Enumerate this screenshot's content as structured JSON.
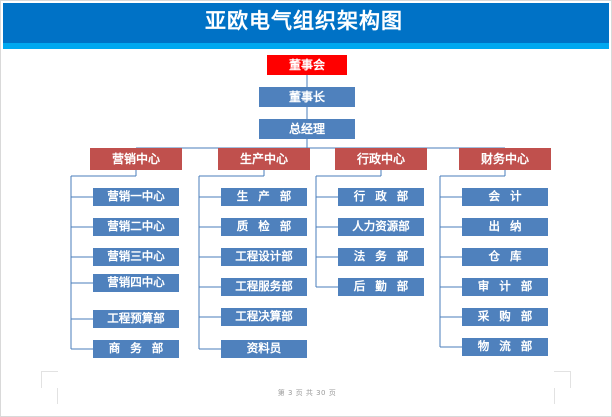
{
  "document": {
    "banner_title": "亚欧电气组织架构图",
    "footer": "第 3 页 共 30 页"
  },
  "colors": {
    "banner": "#0072c6",
    "banner_strip": "#00a8f0",
    "root_box": "#ff0000",
    "executive_box": "#4f81bd",
    "center_box": "#c0504d",
    "leaf_box": "#4f81bd",
    "connector": "#4a7ebb",
    "page_border": "#d9d9d9"
  },
  "chart_data": {
    "type": "org-chart",
    "title": "亚欧电气组织架构图",
    "root": {
      "label": "董事会",
      "style": "root"
    },
    "executives": [
      {
        "label": "董事长",
        "style": "executive"
      },
      {
        "label": "总经理",
        "style": "executive"
      }
    ],
    "branches": [
      {
        "label": "营销中心",
        "style": "center",
        "children": [
          {
            "label": "营销一中心"
          },
          {
            "label": "营销二中心"
          },
          {
            "label": "营销三中心"
          },
          {
            "label": "营销四中心"
          },
          {
            "label": "工程预算部"
          },
          {
            "label": "商 务 部"
          }
        ]
      },
      {
        "label": "生产中心",
        "style": "center",
        "children": [
          {
            "label": "生 产 部"
          },
          {
            "label": "质 检 部"
          },
          {
            "label": "工程设计部"
          },
          {
            "label": "工程服务部"
          },
          {
            "label": "工程决算部"
          },
          {
            "label": "资料员"
          }
        ]
      },
      {
        "label": "行政中心",
        "style": "center",
        "children": [
          {
            "label": "行 政 部"
          },
          {
            "label": "人力资源部"
          },
          {
            "label": "法 务 部"
          },
          {
            "label": "后 勤 部"
          }
        ]
      },
      {
        "label": "财务中心",
        "style": "center",
        "children": [
          {
            "label": "会 计"
          },
          {
            "label": "出 纳"
          },
          {
            "label": "仓 库"
          },
          {
            "label": "审 计 部"
          },
          {
            "label": "采 购 部"
          },
          {
            "label": "物 流 部"
          }
        ]
      }
    ]
  }
}
